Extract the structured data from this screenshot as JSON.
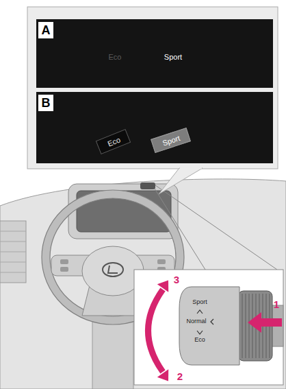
{
  "diagram": {
    "nodes": [
      {
        "text": [
          "A",
          "Eco",
          "Sport"
        ]
      },
      {
        "text": [
          "B"
        ]
      },
      {
        "text": [
          "Eco"
        ],
        "in": 1
      },
      {
        "text": [
          "Sport"
        ],
        "in": 1
      }
    ],
    "labels": [
      "Sport",
      "Normal",
      "Eco",
      "1",
      "2",
      "3"
    ]
  }
}
